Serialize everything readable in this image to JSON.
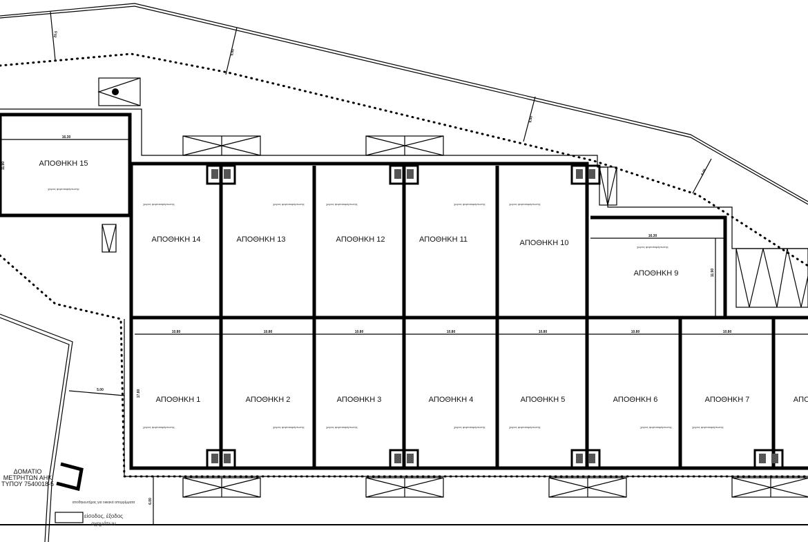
{
  "plan": {
    "upper_units": [
      {
        "label": "ΑΠΟΘΗΚΗ 14",
        "note": "χώρος φορτοεκφόρτωσης"
      },
      {
        "label": "ΑΠΟΘΗΚΗ 13",
        "note": "χώρος φορτοεκφόρτωσης"
      },
      {
        "label": "ΑΠΟΘΗΚΗ 12",
        "note": "χώρος φορτοεκφόρτωσης"
      },
      {
        "label": "ΑΠΟΘΗΚΗ 11",
        "note": "χώρος φορτοεκφόρτωσης"
      },
      {
        "label": "ΑΠΟΘΗΚΗ 10",
        "note": "χώρος φορτοεκφόρτωσης"
      }
    ],
    "lower_units": [
      {
        "label": "ΑΠΟΘΗΚΗ 1",
        "note": "χώρος φορτοεκφόρτωσης"
      },
      {
        "label": "ΑΠΟΘΗΚΗ 2",
        "note": "χώρος φορτοεκφόρτωσης"
      },
      {
        "label": "ΑΠΟΘΗΚΗ 3",
        "note": "χώρος φορτοεκφόρτωσης"
      },
      {
        "label": "ΑΠΟΘΗΚΗ 4",
        "note": "χώρος φορτοεκφόρτωσης"
      },
      {
        "label": "ΑΠΟΘΗΚΗ 5",
        "note": "χώρος φορτοεκφόρτωσης"
      },
      {
        "label": "ΑΠΟΘΗΚΗ 6",
        "note": "χώρος φορτοεκφόρτωσης"
      },
      {
        "label": "ΑΠΟΘΗΚΗ 7",
        "note": "χώρος φορτοεκφόρτωσης"
      },
      {
        "label": "ΑΠΟΘ",
        "note": ""
      }
    ],
    "unit_15": {
      "label": "ΑΠΟΘΗΚΗ 15",
      "note": "χώρος φορτοεκφόρτωσης",
      "width_dim": "16.30",
      "depth_dim": "11.90"
    },
    "unit_9": {
      "label": "ΑΠΟΘΗΚΗ 9",
      "note": "χώρος φορτοεκφόρτωσης",
      "width_dim": "16.30",
      "depth_dim": "11.90"
    },
    "dims": {
      "lower_width": "10.80",
      "lower_depth": "17.80",
      "setback_top_1": "20.5",
      "setback_top_2": "6.00",
      "setback_mid": "6.00",
      "setback_right": "6.00",
      "setback_left": "5.00",
      "setback_bottom": "6.00"
    },
    "meter_room": {
      "line1": "ΔΟΜΑΤΙΟ",
      "line2": "ΜΕΤΡΗΤΩΝ ΑΗΚ",
      "line3": "ΤΥΠΟΥ 7540018-5"
    },
    "entrance": {
      "line1": "είσοδος, έξοδος",
      "line2": "οχημάτων"
    },
    "bins_note": "αποθηκευτήρας για οικιακά απορρίμματα"
  }
}
